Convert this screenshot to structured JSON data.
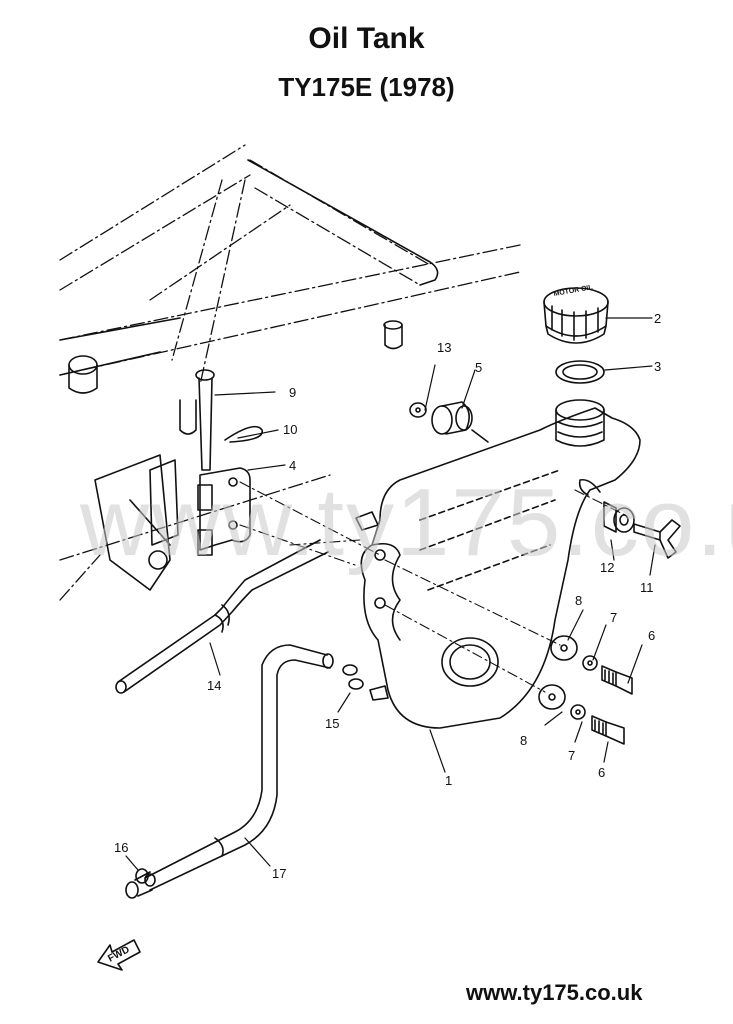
{
  "title": "Oil Tank",
  "subtitle": "TY175E (1978)",
  "watermark": "www.ty175.co.uk",
  "footer_url": "www.ty175.co.uk",
  "fwd_label": "FWD",
  "cap_text": "MOTOR OIL",
  "parts": [
    {
      "id": "p1",
      "label": "1"
    },
    {
      "id": "p2",
      "label": "2"
    },
    {
      "id": "p3",
      "label": "3"
    },
    {
      "id": "p4",
      "label": "4"
    },
    {
      "id": "p5",
      "label": "5"
    },
    {
      "id": "p6a",
      "label": "6"
    },
    {
      "id": "p6b",
      "label": "6"
    },
    {
      "id": "p7a",
      "label": "7"
    },
    {
      "id": "p7b",
      "label": "7"
    },
    {
      "id": "p8a",
      "label": "8"
    },
    {
      "id": "p8b",
      "label": "8"
    },
    {
      "id": "p9",
      "label": "9"
    },
    {
      "id": "p10",
      "label": "10"
    },
    {
      "id": "p11",
      "label": "11"
    },
    {
      "id": "p12",
      "label": "12"
    },
    {
      "id": "p13",
      "label": "13"
    },
    {
      "id": "p14",
      "label": "14"
    },
    {
      "id": "p15",
      "label": "15"
    },
    {
      "id": "p16",
      "label": "16"
    },
    {
      "id": "p17",
      "label": "17"
    }
  ]
}
